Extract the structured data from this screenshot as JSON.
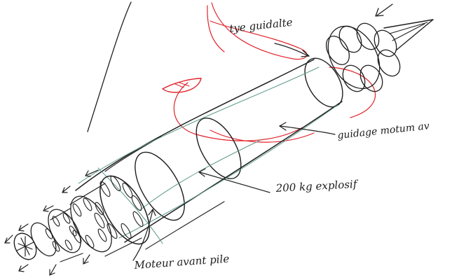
{
  "labels": {
    "guidance_head": "tye guidalte",
    "forward_motor": "guidage motum av",
    "explosive": "200 kg explosif",
    "rear_motor": "Moteur avant pile"
  },
  "colors": {
    "ink": "#1f1f1f",
    "red_pencil": "#e0242c",
    "green_pencil": "#5f9b8d",
    "paper": "#ffffff"
  }
}
